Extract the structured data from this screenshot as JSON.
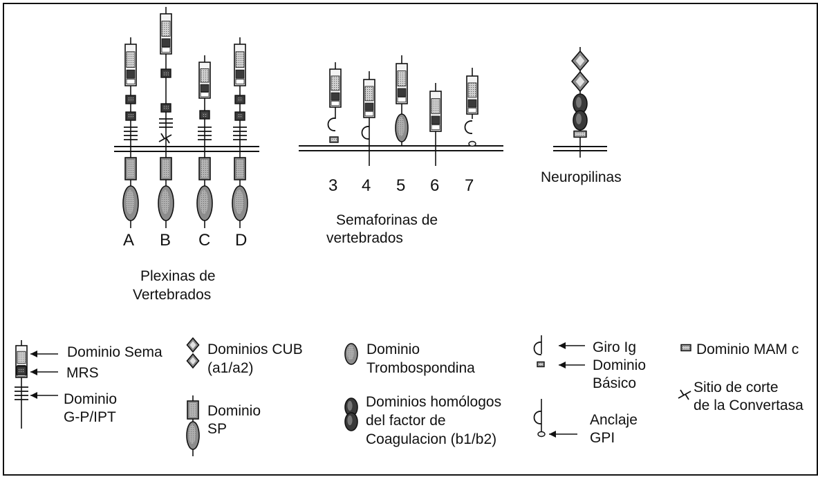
{
  "plexins": {
    "letters": [
      "A",
      "B",
      "C",
      "D"
    ],
    "caption_line1": "Plexinas de",
    "caption_line2": "Vertebrados"
  },
  "semaphorins": {
    "numbers": [
      "3",
      "4",
      "5",
      "6",
      "7"
    ],
    "caption_line1": "Semaforinas de",
    "caption_line2": "vertebrados"
  },
  "neuropilins": {
    "caption": "Neuropilinas"
  },
  "legend": {
    "sema": "Dominio Sema",
    "mrs": "MRS",
    "gp_line1": "Dominio",
    "gp_line2": "G-P/IPT",
    "cub_line1": "Dominios CUB",
    "cub_line2": "(a1/a2)",
    "sp_line1": "Dominio",
    "sp_line2": "SP",
    "tsp_line1": "Dominio",
    "tsp_line2": "Trombospondina",
    "coag_line1": "Dominios homólogos",
    "coag_line2": "del factor de",
    "coag_line3": "Coagulacion (b1/b2)",
    "ig": "Giro Ig",
    "basic_line1": "Dominio",
    "basic_line2": "Básico",
    "gpi_line1": "Anclaje",
    "gpi_line2": "GPI",
    "mam": "Dominio MAM c",
    "cut_line1": "Sitio de corte",
    "cut_line2": "de la Convertasa"
  },
  "colors": {
    "ink": "#111111",
    "gray": "#8c8c8c",
    "light": "#e2e2e2",
    "dark": "#3a3a3a"
  }
}
